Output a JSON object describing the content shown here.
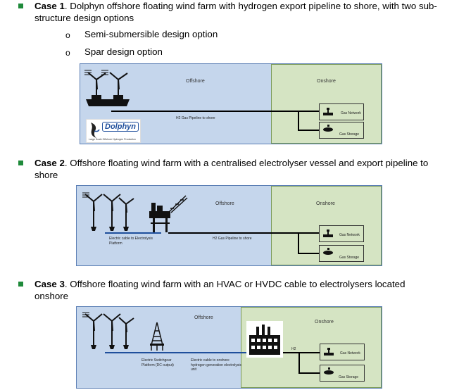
{
  "case1": {
    "bold": "Case 1",
    "text": ". Dolphyn offshore floating wind farm with hydrogen export pipeline to shore, with two sub-structure design options",
    "options": [
      "Semi-submersible design option",
      "Spar design option"
    ],
    "option_marker": "o",
    "diagram": {
      "offshore": "Offshore",
      "onshore": "Onshore",
      "pipeline": "H2 Gas Pipeline to shore",
      "network": "Gas Network",
      "storage": "Gas Storage",
      "logo_name": "Dolphyn",
      "logo_sub": "Large Scale Offshore Hydrogen Production"
    }
  },
  "case2": {
    "bold": "Case 2",
    "text": ". Offshore floating wind farm with a centralised electrolyser vessel and export pipeline to shore",
    "diagram": {
      "offshore": "Offshore",
      "onshore": "Onshore",
      "cable": "Electric cable to Electrolysis Platform",
      "pipeline": "H2 Gas Pipeline to shore",
      "network": "Gas Network",
      "storage": "Gas Storage"
    }
  },
  "case3": {
    "bold": "Case 3",
    "text": ". Offshore floating wind farm with an HVAC or HVDC cable to electrolysers located onshore",
    "diagram": {
      "offshore": "Offshore",
      "onshore": "Onshore",
      "switchgear": "Electric Switchgear Platform (DC output)",
      "cable": "Electric cable to onshore hydrogen generation electrolysis unit",
      "h2": "H2",
      "network": "Gas Network",
      "storage": "Gas Storage"
    }
  },
  "colors": {
    "bullet": "#1f8a3b",
    "offshore": "#c5d6ec",
    "onshore": "#d5e4c3",
    "logo": "#1f4f9c"
  }
}
